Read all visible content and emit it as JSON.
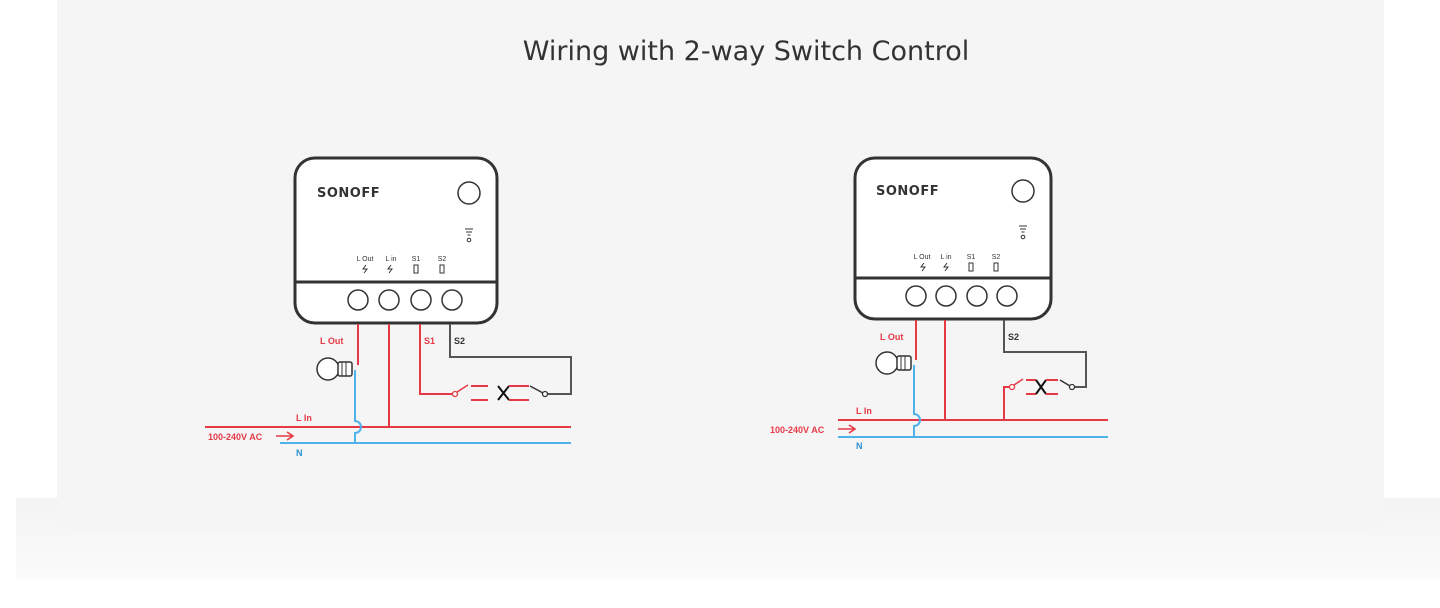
{
  "title": "Wiring with 2-way Switch Control",
  "colors": {
    "live": "#e63946",
    "neutral": "#4fb2e8",
    "switch_wire": "#555555",
    "panel": "#f5f5f5"
  },
  "diagrams": [
    {
      "brand": "SONOFF",
      "terminals": [
        "L Out",
        "L in",
        "S1",
        "S2"
      ],
      "labels": {
        "l_out": "L Out",
        "s1": "S1",
        "s2": "S2",
        "l_in": "L In",
        "ac": "100-240V AC",
        "n": "N"
      }
    },
    {
      "brand": "SONOFF",
      "terminals": [
        "L Out",
        "L in",
        "S1",
        "S2"
      ],
      "labels": {
        "l_out": "L Out",
        "s2": "S2",
        "l_in": "L In",
        "ac": "100-240V AC",
        "n": "N"
      }
    }
  ]
}
